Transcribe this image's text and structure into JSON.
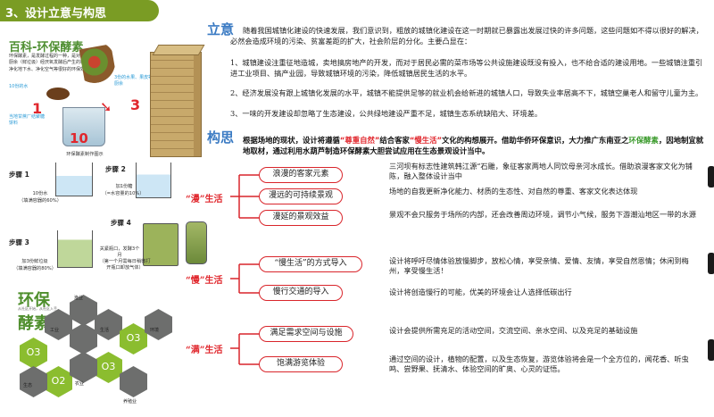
{
  "header": "3、设计立意与构思",
  "left": {
    "title": "百科-环保酵素",
    "para": "环保酵素，是发酵过程的一种，是对混合了糖和水的厨余（鲜垃圾）经厌氧发酵后产生的棕色液体，具有净化地下水、净化空气等很好的环保效果。",
    "top_label_1": "10份的水",
    "top_label_2": "3份的水果、果皮等厨余",
    "num1": "1",
    "num3": "3",
    "num10": "10",
    "label_brown": "当地甘蔗厂结聚糖饼料",
    "big_jar_label": "环保酵素制作图示",
    "s1": "步骤 1",
    "s1a": "10份水",
    "s1b": "（填满容器的60%）",
    "s2": "步骤 2",
    "s2a": "加1份糖",
    "s2b": "（=水容量的10%）",
    "s3": "步骤 3",
    "s3a": "加3份鲜垃圾",
    "s3b": "（填满容器的80%）",
    "s4": "步骤 4",
    "s4a": "关紧瓶口，发酵3个月",
    "s4b": "（第一个月需每日稍微打开瓶口卸放气体）",
    "logo_1": "环保",
    "logo_2": "酵素",
    "logo_tag": "从社区开始，从社区入手",
    "hex_labels": {
      "industry": "工业",
      "fishery": "渔业",
      "life": "生活",
      "env": "环境",
      "eco": "生态",
      "agri": "农业",
      "health": "养殖业"
    },
    "o3": "O3",
    "o2": "O2"
  },
  "liyi": {
    "title": "立意",
    "text": "随着我国城镇化建设的快速发展，我们意识到，粗放的城镇化建设在这一时期就已暴露出发展过快的许多问题，这些问题如不得以很好的解决，必然会造成环境的污染、贫富差距的扩大，社会阶层的分化。主要凸显在：",
    "items": [
      "1、城镇建设注重征地造城，卖地搞房地产的开发，而对于居民必需的菜市场等公共设施建设既没有投入，也不给合适的建设用地。一些城镇注重引进工业项目、搞产业园，导致城镇环境的污染，降低城镇居民生活的水平。",
      "2、经济发展没有跟上城镇化发展的水平，城镇不能提供足够的就业机会给新进的城镇人口，导致失业率居高不下，城镇空巢老人和留守儿童为主。",
      "3、一味的开发建设却忽略了生态建设，公共绿地建设严重不足，城镇生态系统缺陷大、环境差。"
    ]
  },
  "gousi": {
    "title": "构思",
    "p1": "根据场地的现状，设计将遵循",
    "h1": "“尊重自然”",
    "p2": "结合客家",
    "h2": "“慢生活”",
    "p3": "文化的构想展开。借助华侨环保意识，大力推",
    "p4": "广东南亚之",
    "h3": "环保酵素",
    "p5": "，因地制宜就地取材，通过利用水葫芦制造环保酵素大胆尝试应用在生态景观设计当中。"
  },
  "sections": [
    {
      "cat_quote": "“漫”",
      "cat_word": "生活",
      "items": [
        {
          "pill": "浪漫的客家元素",
          "desc": "三河坝有标志性建筑韩江源“石雕，象征客家两地人同饮母亲河水成长。借助浪漫客家文化为铺陈，融入整体设计当中"
        },
        {
          "pill": "漫远的可持续景观",
          "desc": "场地的自我更新净化能力、材质的生态性、对自然的尊重、客家文化表达体现"
        },
        {
          "pill": "漫延的景观效益",
          "desc": "景观不会只服务于场所的内部，还会改善周边环境，调节小气候，服务下游潮汕地区一带的水源"
        }
      ]
    },
    {
      "cat_quote": "“慢”",
      "cat_word": "生活",
      "items": [
        {
          "pill": "“慢生活”的方式导入",
          "desc": "设计将呼吁尽情体验放慢脚步，放松心情，享受亲情、爱情、友情，享受自然恩情；休闲到梅州，享受慢生活！"
        },
        {
          "pill": "慢行交通的导入",
          "desc": "设计将创造慢行的可能，优美的环境会让人选择低碳出行"
        }
      ]
    },
    {
      "cat_quote": "“满”",
      "cat_word": "生活",
      "items": [
        {
          "pill": "满足需求空间与设施",
          "desc": "设计会提供所需充足的活动空间，交流空间、亲水空间、以及充足的基础设施"
        },
        {
          "pill": "饱满游览体验",
          "desc": "通过空间的设计，植物的配置，以及生态恢复，游览体验将会是一个全方位的，闻花香、听虫鸣、尝野果、抚清水、体验空间的旷奥、心灵的证悟。"
        }
      ]
    }
  ],
  "colors": {
    "header_green": "#7a9c24",
    "accent_red": "#e0262c",
    "title_blue": "#3b7bc3",
    "hex_green": "#8bbd2f",
    "hex_grey": "#6d6e6d"
  }
}
